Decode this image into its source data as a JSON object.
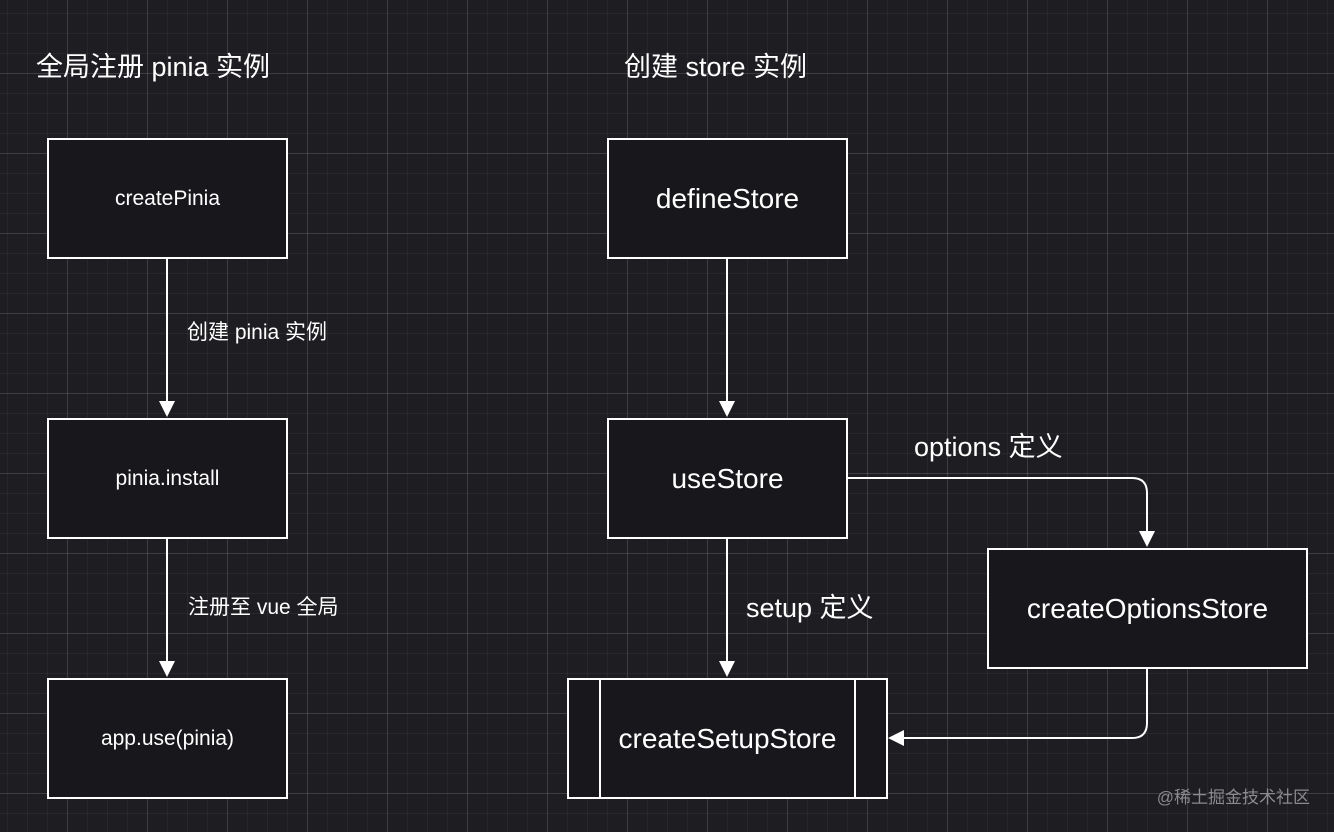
{
  "sections": {
    "left_title": "全局注册 pinia 实例",
    "right_title": "创建 store 实例"
  },
  "nodes": {
    "create_pinia": "createPinia",
    "pinia_install": "pinia.install",
    "app_use": "app.use(pinia)",
    "define_store": "defineStore",
    "use_store": "useStore",
    "create_options_store": "createOptionsStore",
    "create_setup_store": "createSetupStore"
  },
  "edges": {
    "create_instance": "创建 pinia 实例",
    "register_vue": "注册至 vue  全局",
    "options_def": "options 定义",
    "setup_def": "setup 定义"
  },
  "watermark": "@稀土掘金技术社区"
}
